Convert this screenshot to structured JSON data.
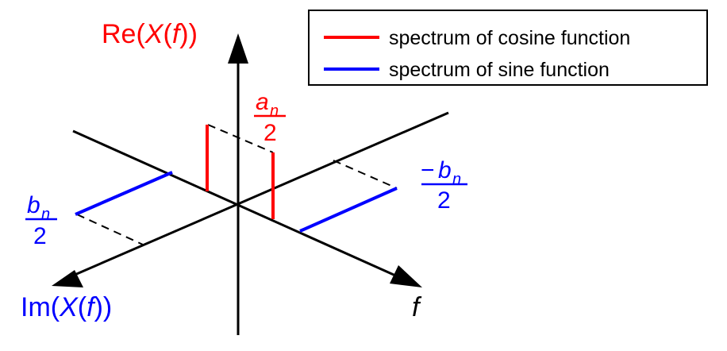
{
  "colors": {
    "cosine": "#ff0000",
    "sine": "#0000ff",
    "axis": "#000000"
  },
  "axes": {
    "real_label": {
      "prefix": "Re(",
      "var": "X",
      "open": "(",
      "arg": "f",
      "close": "))"
    },
    "imag_label": {
      "prefix": "Im(",
      "var": "X",
      "open": "(",
      "arg": "f",
      "close": "))"
    },
    "freq_label": "f"
  },
  "fractions": {
    "cosine": {
      "numerator": "a",
      "subscript": "n",
      "denominator": "2"
    },
    "sine_negative": {
      "sign": "−",
      "numerator": "b",
      "subscript": "n",
      "denominator": "2"
    },
    "sine_positive": {
      "numerator": "b",
      "subscript": "n",
      "denominator": "2"
    }
  },
  "legend": {
    "items": [
      {
        "label": "spectrum of cosine function",
        "color": "#ff0000"
      },
      {
        "label": "spectrum of sine function",
        "color": "#0000ff"
      }
    ]
  }
}
